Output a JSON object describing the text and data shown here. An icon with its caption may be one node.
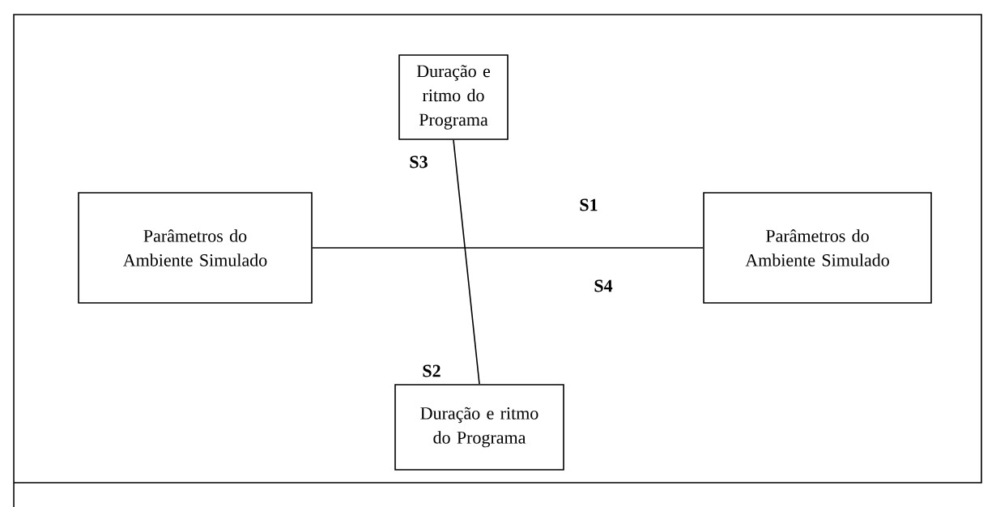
{
  "diagram": {
    "nodes": [
      {
        "text": [
          "Duração e ritmo do Programa"
        ]
      },
      {
        "text": [
          "Parâmetros do Ambiente Simulado"
        ]
      },
      {
        "text": [
          "Parâmetros do Ambiente Simulado"
        ]
      },
      {
        "text": [
          "Duração e ritmo do Programa"
        ]
      }
    ],
    "edges": [
      {
        "from": 0,
        "to": 3,
        "arrow": "none"
      },
      {
        "from": 1,
        "to": 2,
        "arrow": "none"
      }
    ],
    "labels": [
      "S3",
      "S1",
      "S4",
      "S2"
    ]
  }
}
